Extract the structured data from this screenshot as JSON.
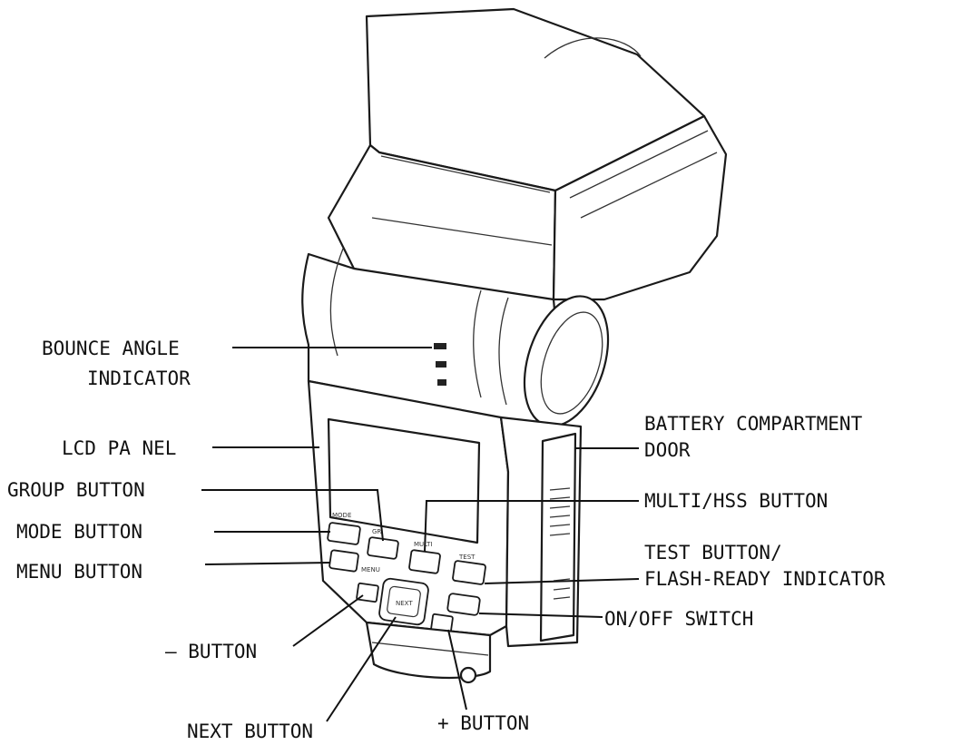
{
  "labels": {
    "bounce_angle_1": "BOUNCE ANGLE",
    "bounce_angle_2": "INDICATOR",
    "lcd_panel": "LCD PA NEL",
    "group_button": "GROUP BUTTON",
    "mode_button": "MODE BUTTON",
    "menu_button": "MENU BUTTON",
    "minus_button": "– BUTTON",
    "next_button": "NEXT BUTTON",
    "plus_button": "+ BUTTON",
    "battery_door_1": "BATTERY COMPARTMENT",
    "battery_door_2": "DOOR",
    "multi_hss_button": "MULTI/HSS BUTTON",
    "test_button_1": "TEST BUTTON/",
    "test_button_2": "FLASH-READY INDICATOR",
    "on_off_switch": "ON/OFF SWITCH"
  },
  "device": {
    "mode_key": "MODE",
    "menu_key": "MENU",
    "group_key": "GR",
    "multi_key": "MULTI",
    "test_key": "TEST",
    "next_key": "NEXT"
  },
  "colors": {
    "ink": "#111111",
    "background": "#ffffff"
  }
}
